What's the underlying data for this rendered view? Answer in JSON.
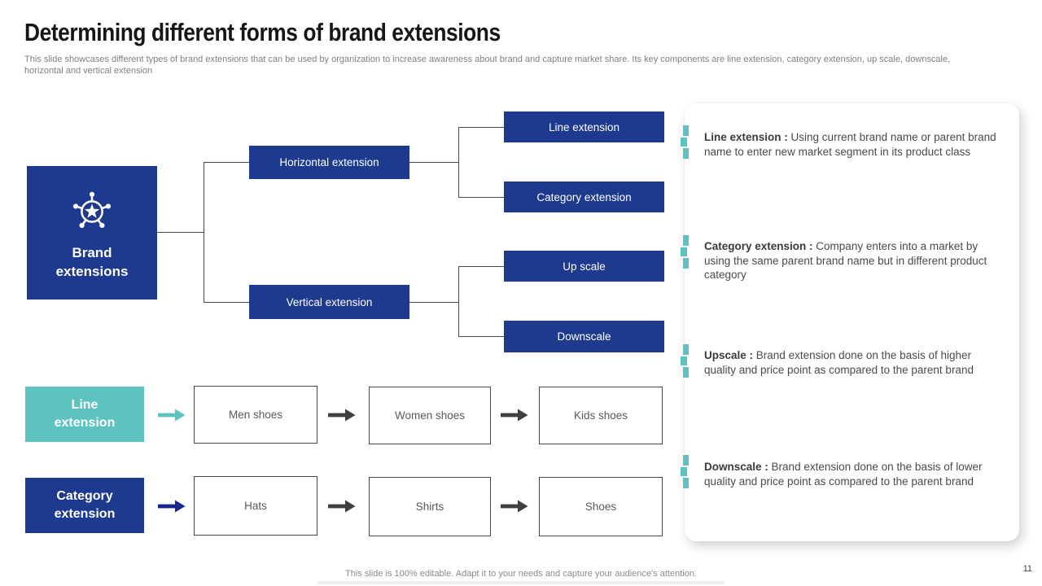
{
  "slide": {
    "title": "Determining different forms of brand extensions",
    "subtitle": "This slide showcases different types of brand extensions that can be used by organization to increase awareness about brand and capture market share. Its key components are line extension, category extension, up scale, downscale, horizontal and vertical extension",
    "footer": "This slide is 100% editable. Adapt it to your needs and capture your audience's attention.",
    "page_number": "11"
  },
  "colors": {
    "navy": "#1e3a8e",
    "teal": "#5cc3c0",
    "connector": "#474747",
    "body_text": "#4a4a4a",
    "subtitle_gray": "#7f7f7f"
  },
  "tree": {
    "root_label": "Brand extensions",
    "root_icon": "star-badge-icon",
    "branches": [
      {
        "label": "Horizontal extension",
        "children": [
          "Line extension",
          "Category extension"
        ]
      },
      {
        "label": "Vertical extension",
        "children": [
          "Up scale",
          "Downscale"
        ]
      }
    ]
  },
  "rows": [
    {
      "label": "Line extension",
      "accent": "teal",
      "items": [
        "Men shoes",
        "Women shoes",
        "Kids shoes"
      ]
    },
    {
      "label": "Category extension",
      "accent": "navy",
      "items": [
        "Hats",
        "Shirts",
        "Shoes"
      ]
    }
  ],
  "definitions": [
    {
      "term": "Line extension :",
      "text": "Using current brand name or parent brand name to enter new market segment in its product class"
    },
    {
      "term": "Category extension :",
      "text": "Company enters into a market by using the same parent brand name but in different product category"
    },
    {
      "term": "Upscale :",
      "text": "Brand extension done on the basis of higher quality and price point as compared to the parent brand"
    },
    {
      "term": "Downscale :",
      "text": "Brand extension done on the basis of lower quality and price point as compared to the parent brand"
    }
  ]
}
